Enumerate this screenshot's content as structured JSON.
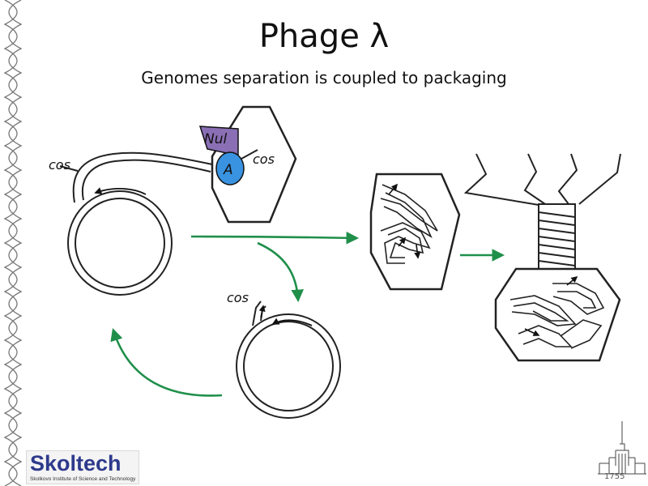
{
  "slide": {
    "title": "Phage λ",
    "subtitle": "Genomes separation is coupled to packaging"
  },
  "diagram": {
    "labels": {
      "cos_left": "cos",
      "cos_top": "cos",
      "cos_bottom": "cos",
      "nul": "Nul",
      "a": "A"
    },
    "colors": {
      "arrow": "#1f8f4a",
      "nul_protein": "#8a6fb5",
      "a_protein": "#3a93e0",
      "line": "#222222"
    }
  },
  "branding": {
    "logo_name": "Skoltech",
    "logo_tagline": "Skolkovo Institute of Science and Technology",
    "logo_icon": "skoltech-logo",
    "emblem_icon": "university-building-icon",
    "emblem_year": "1755",
    "border_icon": "dna-helix-border"
  }
}
